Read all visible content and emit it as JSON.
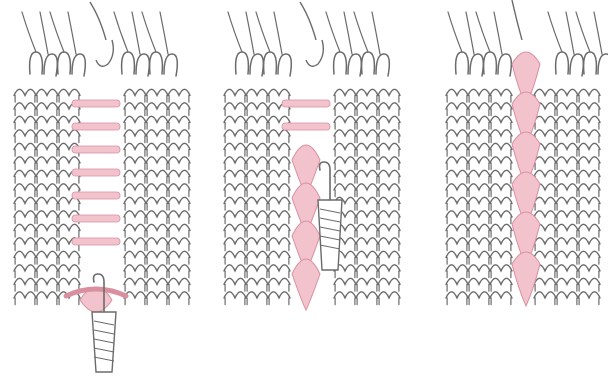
{
  "colors": {
    "outline": "#6b6b6b",
    "highlight": "#f2c3cc",
    "highlight_stroke": "#d98fa0",
    "background": "#ffffff"
  },
  "panels": [
    {
      "step": 1,
      "depicts": "dropped-stitch-ladder-with-hook-below"
    },
    {
      "step": 2,
      "depicts": "hook-pulling-loops-up-ladder"
    },
    {
      "step": 3,
      "depicts": "repaired-column-of-pink-stitches"
    }
  ]
}
